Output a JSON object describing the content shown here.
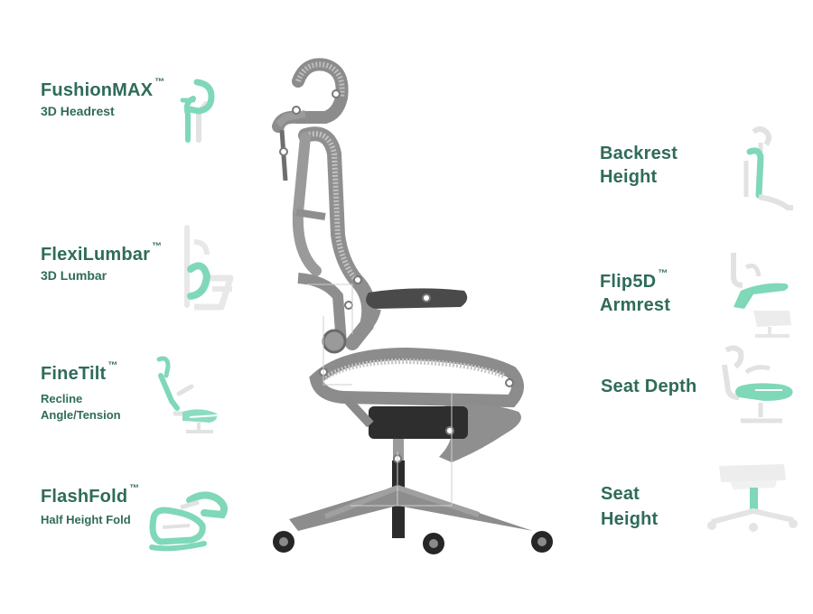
{
  "colors": {
    "text": "#2f6b5a",
    "accent": "#7fd8b8",
    "ghost": "#e2e2e2",
    "chair_frame": "#9a9a9a",
    "chair_dark": "#3a3a3a"
  },
  "features_left": [
    {
      "title": "FushionMAX",
      "tm": "™",
      "sub": "3D Headrest",
      "icon": "headrest-icon"
    },
    {
      "title": "FlexiLumbar",
      "tm": "™",
      "sub": "3D Lumbar",
      "icon": "lumbar-icon"
    },
    {
      "title": "FineTilt",
      "tm": "™",
      "sub_lines": [
        "Recline",
        "Angle/Tension"
      ],
      "icon": "tilt-icon"
    },
    {
      "title": "FlashFold",
      "tm": "™",
      "sub": "Half Height Fold",
      "icon": "fold-icon"
    }
  ],
  "features_right": [
    {
      "title_lines": [
        "Backrest",
        "Height"
      ],
      "icon": "backrest-height-icon"
    },
    {
      "title_lines": [
        "Flip5D",
        "Armrest"
      ],
      "tm": "™",
      "icon": "armrest-icon"
    },
    {
      "title": "Seat Depth",
      "icon": "seat-depth-icon"
    },
    {
      "title_lines": [
        "Seat",
        "Height"
      ],
      "icon": "seat-height-icon"
    }
  ]
}
